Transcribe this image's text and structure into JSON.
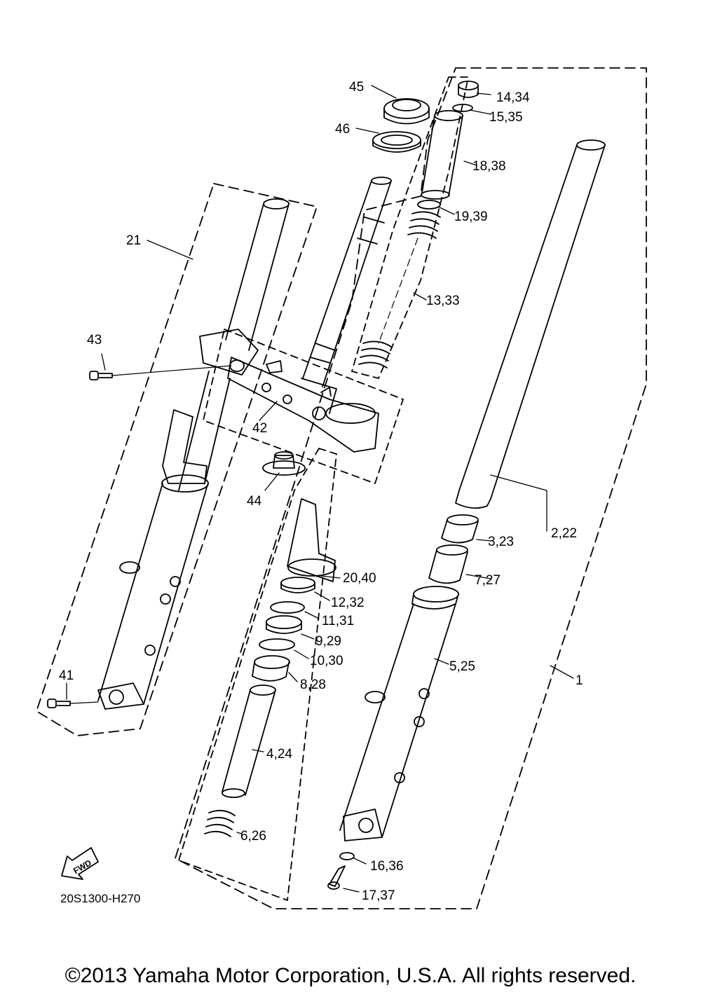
{
  "diagram": {
    "part_code": "20S1300-H270",
    "fwd_label": "FWD",
    "copyright": "©2013 Yamaha Motor Corporation, U.S.A. All rights reserved.",
    "callouts": [
      {
        "id": "1",
        "text": "1"
      },
      {
        "id": "2-22",
        "text": "2,22"
      },
      {
        "id": "3-23",
        "text": "3,23"
      },
      {
        "id": "4-24",
        "text": "4,24"
      },
      {
        "id": "5-25",
        "text": "5,25"
      },
      {
        "id": "6-26",
        "text": "6,26"
      },
      {
        "id": "7-27",
        "text": "7,27"
      },
      {
        "id": "8-28",
        "text": "8,28"
      },
      {
        "id": "9-29",
        "text": "9,29"
      },
      {
        "id": "10-30",
        "text": "10,30"
      },
      {
        "id": "11-31",
        "text": "11,31"
      },
      {
        "id": "12-32",
        "text": "12,32"
      },
      {
        "id": "13-33",
        "text": "13,33"
      },
      {
        "id": "14-34",
        "text": "14,34"
      },
      {
        "id": "15-35",
        "text": "15,35"
      },
      {
        "id": "16-36",
        "text": "16,36"
      },
      {
        "id": "17-37",
        "text": "17,37"
      },
      {
        "id": "18-38",
        "text": "18,38"
      },
      {
        "id": "19-39",
        "text": "19,39"
      },
      {
        "id": "20-40",
        "text": "20,40"
      },
      {
        "id": "21",
        "text": "21"
      },
      {
        "id": "41",
        "text": "41"
      },
      {
        "id": "42",
        "text": "42"
      },
      {
        "id": "43",
        "text": "43"
      },
      {
        "id": "44",
        "text": "44"
      },
      {
        "id": "45",
        "text": "45"
      },
      {
        "id": "46",
        "text": "46"
      }
    ]
  }
}
